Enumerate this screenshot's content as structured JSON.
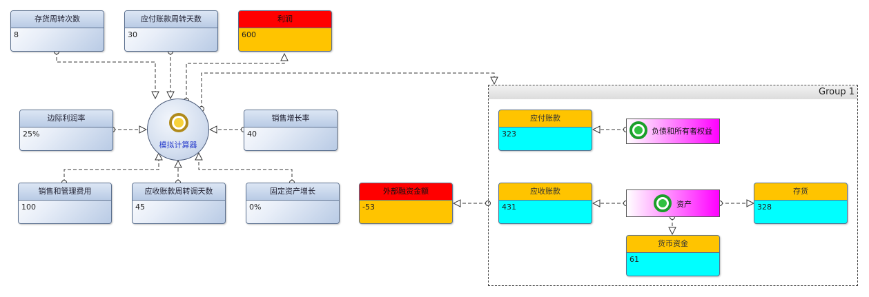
{
  "simulator": {
    "label": "模拟计算器"
  },
  "inputs": [
    {
      "title": "存货周转次数",
      "value": "8"
    },
    {
      "title": "应付账款周转天数",
      "value": "30"
    },
    {
      "title": "边际利润率",
      "value": "25%"
    },
    {
      "title": "销售增长率",
      "value": "40"
    },
    {
      "title": "销售和管理费用",
      "value": "100"
    },
    {
      "title": "应收账款周转调天数",
      "value": "45"
    },
    {
      "title": "固定资产增长",
      "value": "0%"
    }
  ],
  "outputs": {
    "profit": {
      "title": "利润",
      "value": "600"
    },
    "external_financing": {
      "title": "外部融资金额",
      "value": "-53"
    }
  },
  "group": {
    "title": "Group 1",
    "accounts_payable": {
      "title": "应付账款",
      "value": "323"
    },
    "accounts_receivable": {
      "title": "应收账款",
      "value": "431"
    },
    "inventory": {
      "title": "存货",
      "value": "328"
    },
    "cash": {
      "title": "货币资金",
      "value": "61"
    },
    "liabilities_equity": {
      "label": "负债和所有者权益"
    },
    "assets": {
      "label": "资产"
    }
  },
  "colors": {
    "input_box": "#b9cbe5",
    "output_header": "#ff0000",
    "output_body": "#ffc400",
    "account_header": "#ffc400",
    "account_body": "#00ffff",
    "node_fill": "#ff00ff",
    "simulator_ring": "#f7d23a",
    "node_ring": "#30c040"
  }
}
